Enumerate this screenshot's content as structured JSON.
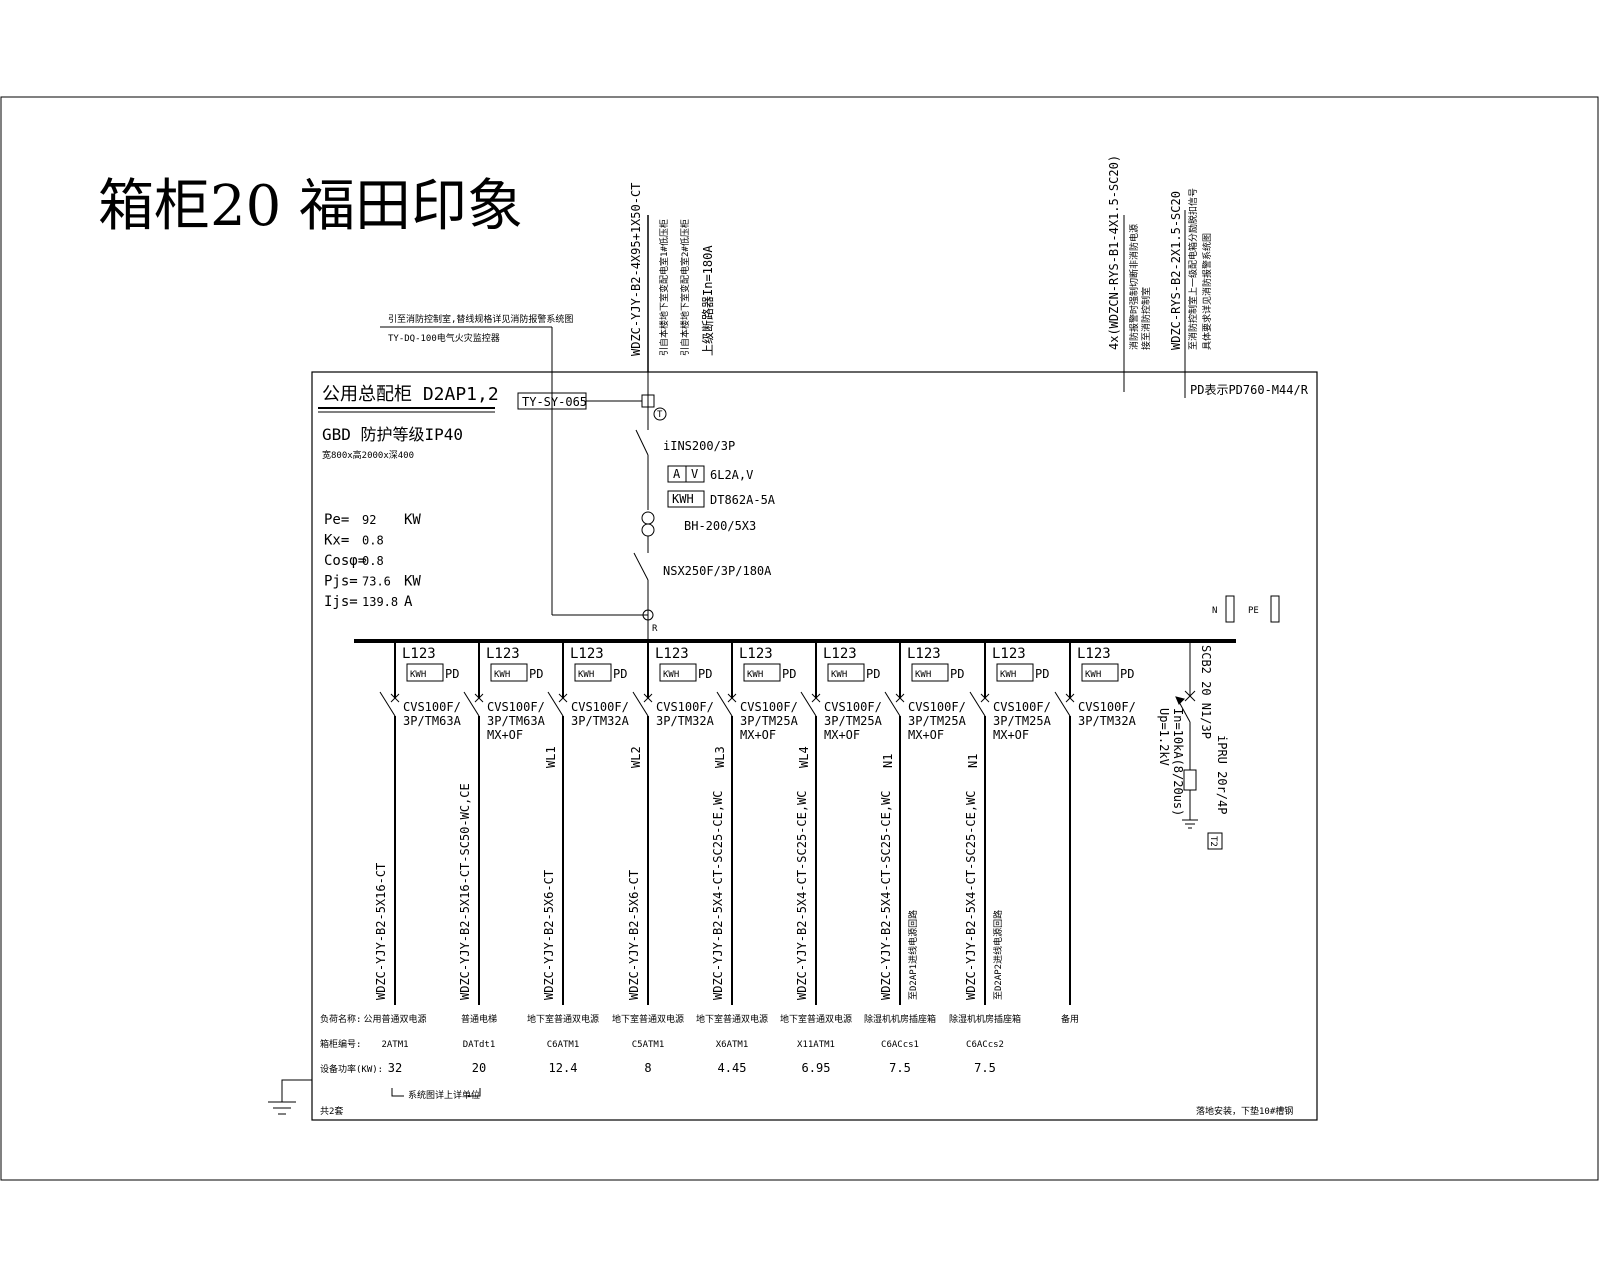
{
  "title": "箱柜20 福田印象",
  "panel": {
    "name": "公用总配柜  D2AP1,2",
    "type": "GBD 防护等级IP40",
    "size": "宽800x高2000x深400",
    "pd_note": "PD表示PD760-M44/R",
    "params": [
      {
        "label": "Pe=",
        "value": "92",
        "unit": "KW"
      },
      {
        "label": "Kx=",
        "value": "0.8",
        "unit": ""
      },
      {
        "label": "Cosφ=",
        "value": "0.8",
        "unit": ""
      },
      {
        "label": "Pjs=",
        "value": "73.6",
        "unit": "KW"
      },
      {
        "label": "Ijs=",
        "value": "139.8",
        "unit": "A"
      }
    ]
  },
  "incoming": {
    "cable": "WDZC-YJY-B2-4X95+1X50-CT",
    "note1": "引自本楼地下室变配电室1#低压柜",
    "note2": "引自本楼地下室变配电室2#低压柜",
    "note3": "上级断路器In=180A",
    "fire_note": "引至消防控制室,替线规格详见消防报警系统图",
    "fire_device": "TY-DQ-100电气火灾监控器",
    "sensor": "TY-SY-065",
    "switch": "iINS200/3P",
    "meter_a": "A",
    "meter_v": "V",
    "meter_label": "6L2A,V",
    "kwh": "KWH",
    "kwh_label": "DT862A-5A",
    "ct_label": "BH-200/5X3",
    "breaker": "NSX250F/3P/180A",
    "t_mark": "T",
    "r_mark": "R"
  },
  "fire_links": {
    "cable1": "4x(WDZCN-RYS-B1-4X1.5-SC20)",
    "note1a": "消防报警时强制切断非消防电源",
    "note1b": "接至消防控制室",
    "cable2": "WDZC-RYS-B2-2X1.5-SC20",
    "note2a": "至消防控制室上一级配电箱分励脱扣信号",
    "note2b": "具体要求详见消防报警系统图"
  },
  "bus_marks": {
    "n": "N",
    "pe": "PE"
  },
  "circuits": [
    {
      "phase": "L123",
      "meter": "KWH",
      "pd": "PD",
      "breaker1": "CVS100F/",
      "breaker2": "3P/TM63A",
      "extra": "",
      "wl": "",
      "cable": "WDZC-YJY-B2-5X16-CT",
      "cable_note": "",
      "load": "公用普通双电源",
      "code": "2ATM1",
      "power": "32"
    },
    {
      "phase": "L123",
      "meter": "KWH",
      "pd": "PD",
      "breaker1": "CVS100F/",
      "breaker2": "3P/TM63A",
      "extra": "MX+OF",
      "wl": "",
      "cable": "WDZC-YJY-B2-5X16-CT-SC50-WC,CE",
      "cable_note": "",
      "load": "普通电梯",
      "code": "DATdt1",
      "power": "20"
    },
    {
      "phase": "L123",
      "meter": "KWH",
      "pd": "PD",
      "breaker1": "CVS100F/",
      "breaker2": "3P/TM32A",
      "extra": "",
      "wl": "WL1",
      "cable": "WDZC-YJY-B2-5X6-CT",
      "cable_note": "",
      "load": "地下室普通双电源",
      "code": "C6ATM1",
      "power": "12.4"
    },
    {
      "phase": "L123",
      "meter": "KWH",
      "pd": "PD",
      "breaker1": "CVS100F/",
      "breaker2": "3P/TM32A",
      "extra": "",
      "wl": "WL2",
      "cable": "WDZC-YJY-B2-5X6-CT",
      "cable_note": "",
      "load": "地下室普通双电源",
      "code": "C5ATM1",
      "power": "8"
    },
    {
      "phase": "L123",
      "meter": "KWH",
      "pd": "PD",
      "breaker1": "CVS100F/",
      "breaker2": "3P/TM25A",
      "extra": "MX+OF",
      "wl": "WL3",
      "cable": "WDZC-YJY-B2-5X4-CT-SC25-CE,WC",
      "cable_note": "",
      "load": "地下室普通双电源",
      "code": "X6ATM1",
      "power": "4.45"
    },
    {
      "phase": "L123",
      "meter": "KWH",
      "pd": "PD",
      "breaker1": "CVS100F/",
      "breaker2": "3P/TM25A",
      "extra": "MX+OF",
      "wl": "WL4",
      "cable": "WDZC-YJY-B2-5X4-CT-SC25-CE,WC",
      "cable_note": "",
      "load": "地下室普通双电源",
      "code": "X11ATM1",
      "power": "6.95"
    },
    {
      "phase": "L123",
      "meter": "KWH",
      "pd": "PD",
      "breaker1": "CVS100F/",
      "breaker2": "3P/TM25A",
      "extra": "MX+OF",
      "wl": "N1",
      "cable": "WDZC-YJY-B2-5X4-CT-SC25-CE,WC",
      "cable_note": "至D2AP1进线电源回路",
      "load": "除湿机机房插座箱",
      "code": "C6ACcs1",
      "power": "7.5"
    },
    {
      "phase": "L123",
      "meter": "KWH",
      "pd": "PD",
      "breaker1": "CVS100F/",
      "breaker2": "3P/TM25A",
      "extra": "MX+OF",
      "wl": "N1",
      "cable": "WDZC-YJY-B2-5X4-CT-SC25-CE,WC",
      "cable_note": "至D2AP2进线电源回路",
      "load": "除湿机机房插座箱",
      "code": "C6ACcs2",
      "power": "7.5"
    },
    {
      "phase": "L123",
      "meter": "KWH",
      "pd": "PD",
      "breaker1": "CVS100F/",
      "breaker2": "3P/TM32A",
      "extra": "",
      "wl": "",
      "cable": "",
      "cable_note": "",
      "load": "备用",
      "code": "",
      "power": ""
    }
  ],
  "spd": {
    "breaker": "SCB2 20 N1/3P",
    "model": "iPRU 20r/4P",
    "in": "In=10kA(8/20us)",
    "up": "Up=1.2kV",
    "mark": "T2"
  },
  "table_labels": {
    "load": "负荷名称:",
    "code": "箱柜编号:",
    "power": "设备功率(KW):"
  },
  "bracket_note": "系统图详上详单位",
  "footer_left": "共2套",
  "footer_right": "落地安装，下垫10#槽钢"
}
